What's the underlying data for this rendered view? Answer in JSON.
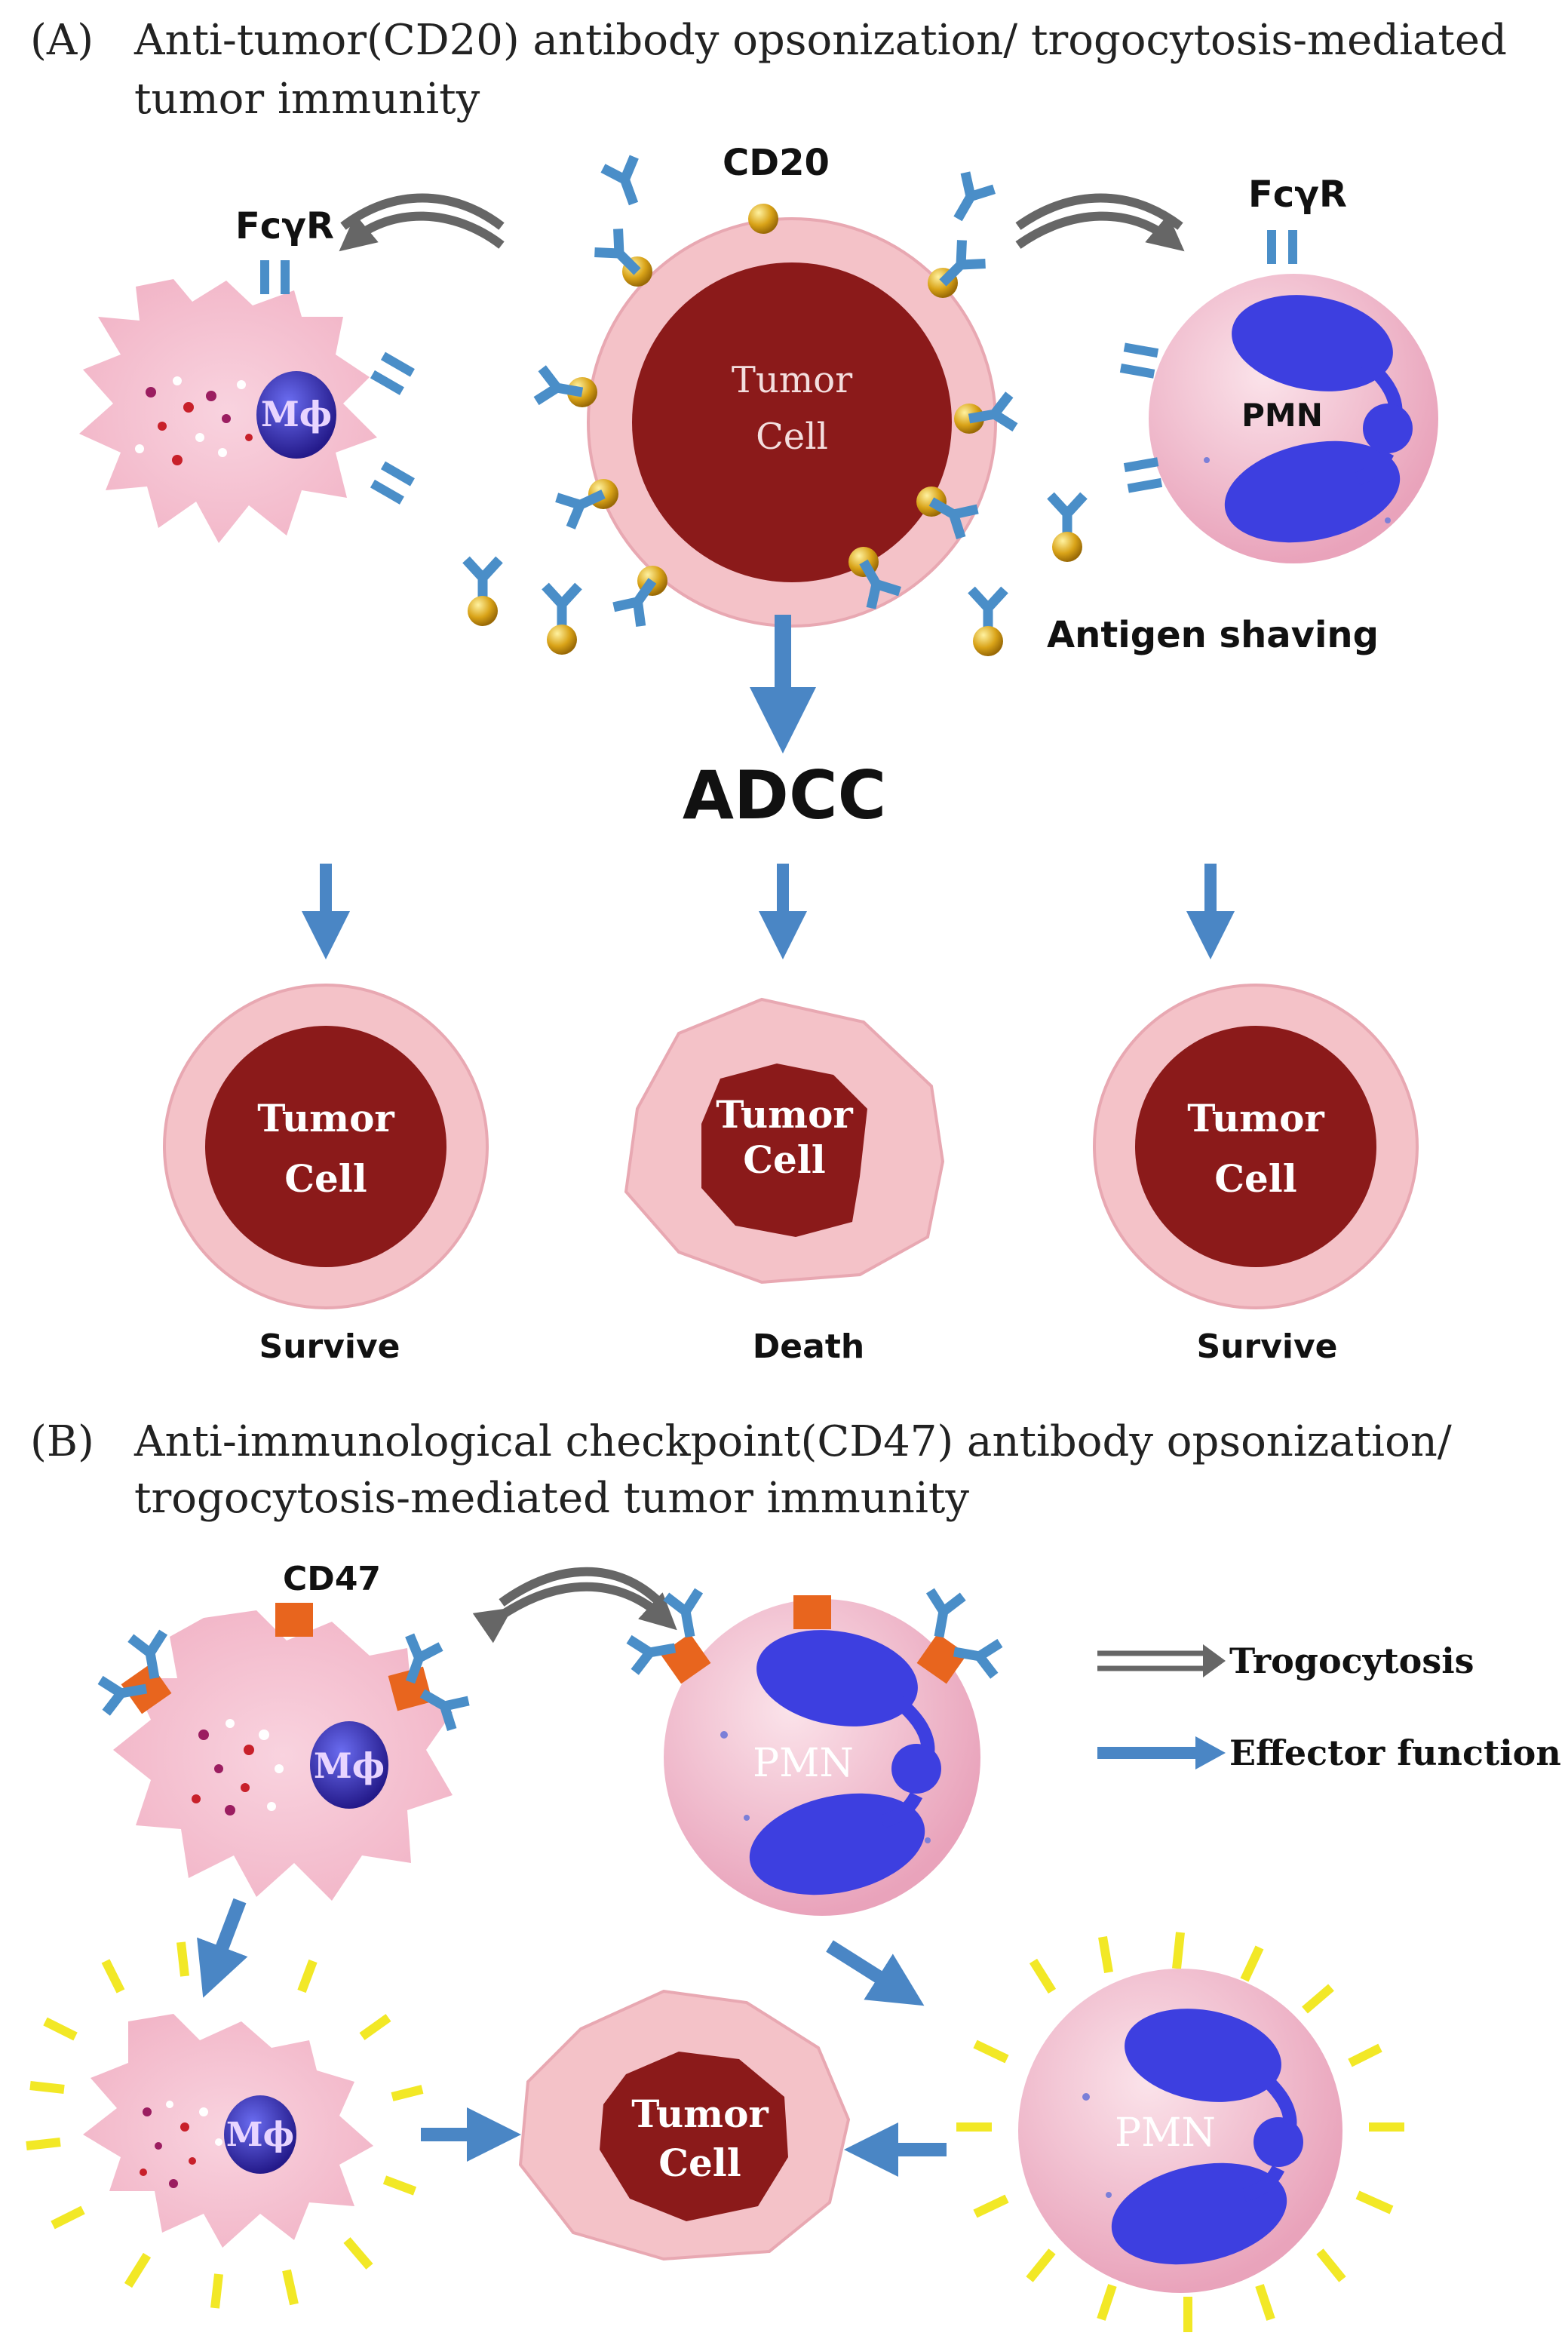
{
  "panel_a": {
    "letter": "(A)",
    "title_line1": "Anti-tumor(CD20) antibody opsonization/ trogocytosis-mediated",
    "title_line2": "tumor immunity",
    "cd20_label": "CD20",
    "fcyr_left": "FcγR",
    "fcyr_right": "FcγR",
    "center_cell_line1": "Tumor",
    "center_cell_line2": "Cell",
    "macrophage_label": "Mϕ",
    "pmn_label": "PMN",
    "antigen_shaving": "Antigen shaving",
    "adcc": "ADCC",
    "outcome_cell_line1": "Tumor",
    "outcome_cell_line2": "Cell",
    "outcomes": [
      "Survive",
      "Death",
      "Survive"
    ]
  },
  "panel_b": {
    "letter": "(B)",
    "title_line1": "Anti-immunological checkpoint(CD47) antibody opsonization/",
    "title_line2": "trogocytosis-mediated tumor immunity",
    "cd47_label": "CD47",
    "macrophage_label": "Mϕ",
    "pmn_label": "PMN",
    "tumor_line1": "Tumor",
    "tumor_line2": "Cell",
    "legend": {
      "trogocytosis": "Trogocytosis",
      "effector": "Effector function"
    }
  },
  "colors": {
    "tumor_core": "#8b1a1a",
    "tumor_membrane": "#f4c2c8",
    "antibody": "#4a8ec8",
    "arrow_blue": "#4a86c5",
    "arrow_gray": "#666666",
    "antigen_gold": "#d8a820",
    "cd47_orange": "#e8651e",
    "nucleus_blue": "#3d3fe0",
    "activation_yellow": "#f2e826"
  }
}
